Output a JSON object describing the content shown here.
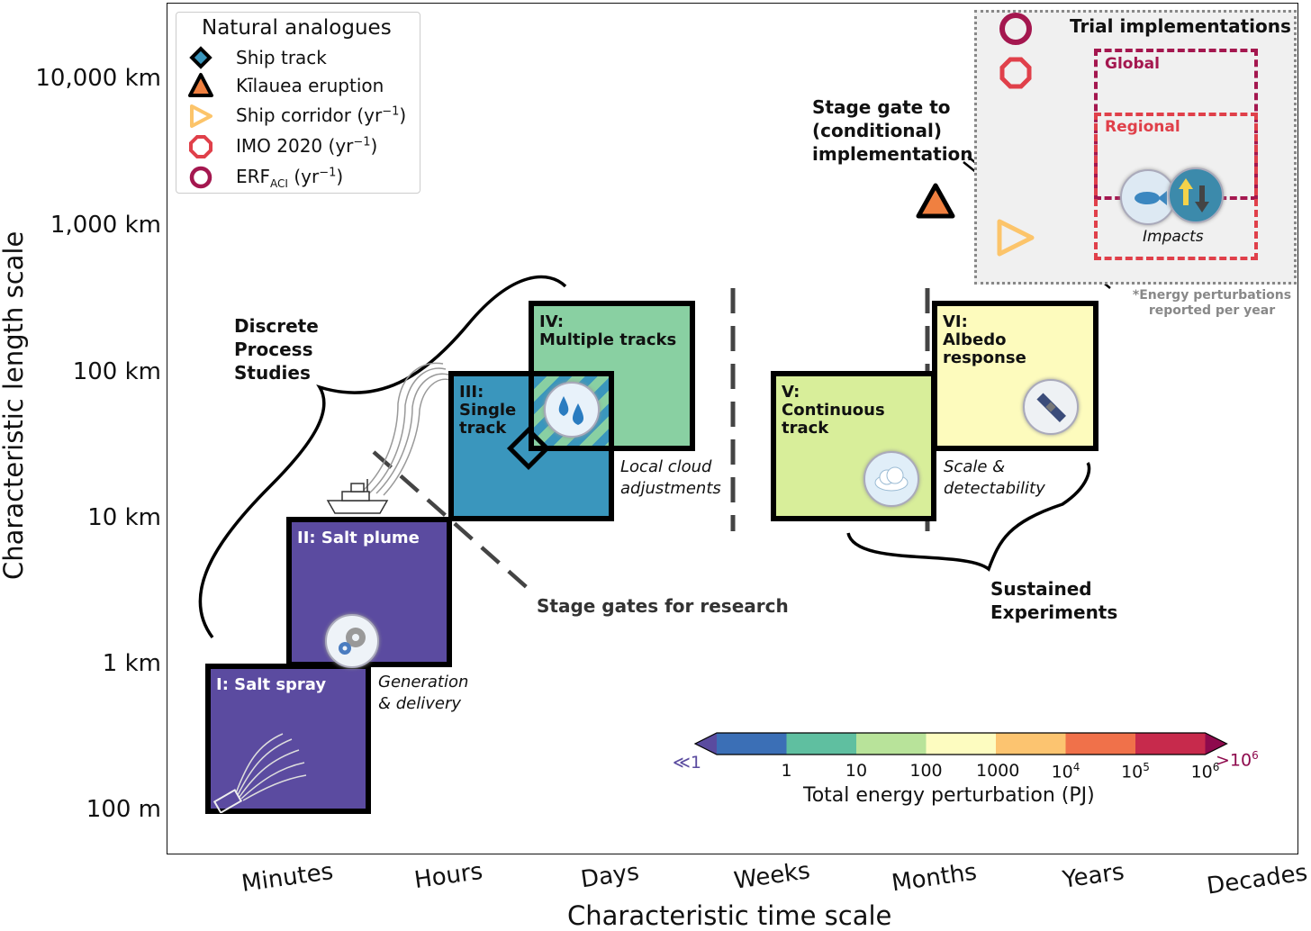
{
  "axes": {
    "x_title": "Characteristic time scale",
    "y_title": "Characteristic length scale",
    "x_ticks": [
      "Minutes",
      "Hours",
      "Days",
      "Weeks",
      "Months",
      "Years",
      "Decades"
    ],
    "y_ticks": [
      "10,000 km",
      "1,000 km",
      "100 km",
      "10 km",
      "1 km",
      "100 m"
    ]
  },
  "legend": {
    "title": "Natural analogues",
    "items": [
      {
        "label": "Ship track",
        "icon": "diamond-icon"
      },
      {
        "label": "Kīlauea eruption",
        "icon": "triangle-icon"
      },
      {
        "label": "Ship corridor (yr",
        "sup": "−1",
        "tail": ")",
        "icon": "open-triangle-icon"
      },
      {
        "label": "IMO 2020 (yr",
        "sup": "−1",
        "tail": ")",
        "icon": "octagon-icon"
      },
      {
        "label": "ERF",
        "sub": "ACI",
        "mid": " (yr",
        "sup": "−1",
        "tail": ")",
        "icon": "ring-icon"
      }
    ]
  },
  "stages": [
    {
      "id": "I",
      "label": "I: Salt spray",
      "color": "#5b4ba0"
    },
    {
      "id": "II",
      "label": "II: Salt plume",
      "color": "#5b4ba0"
    },
    {
      "id": "III",
      "label": "III:\nSingle\ntrack",
      "color": "#3a96bd"
    },
    {
      "id": "IV",
      "label": "IV:\nMultiple tracks",
      "color": "#89d0a2"
    },
    {
      "id": "V",
      "label": "V:\nContinuous\ntrack",
      "color": "#d8ee9a"
    },
    {
      "id": "VI",
      "label": "VI:\nAlbedo\nresponse",
      "color": "#fdfbbd"
    }
  ],
  "annotations": {
    "generation": "Generation\n& delivery",
    "local_cloud": "Local cloud\nadjustments",
    "scale": "Scale &\ndetectability",
    "discrete": "Discrete\nProcess\nStudies",
    "sustained": "Sustained\nExperiments",
    "stage_gates_research": "Stage gates for research",
    "stage_gate_impl": "Stage gate to\n(conditional)\nimplementation"
  },
  "trial": {
    "title": "Trial implementations",
    "global": "Global",
    "regional": "Regional",
    "impacts": "Impacts",
    "footnote": "*Energy perturbations\nreported per year"
  },
  "colorbar": {
    "title": "Total energy perturbation (PJ)",
    "low": "≪1",
    "high": ">10",
    "high_sup": "6",
    "ticks": [
      {
        "base": "1"
      },
      {
        "base": "10"
      },
      {
        "base": "100"
      },
      {
        "base": "1000"
      },
      {
        "base": "10",
        "sup": "4"
      },
      {
        "base": "10",
        "sup": "5"
      },
      {
        "base": "10",
        "sup": "6"
      }
    ],
    "colors": [
      "#5a4b9f",
      "#3b6fb6",
      "#5fbfa0",
      "#b8e39a",
      "#fdfcc0",
      "#fcc470",
      "#f0714a",
      "#c72a4c",
      "#8e0a4d"
    ]
  },
  "colors": {
    "erf": "#a4174f",
    "imo": "#e0404a",
    "corridor": "#fcc46a",
    "kilauea": "#f08040",
    "shiptrack": "#3a96bd"
  }
}
